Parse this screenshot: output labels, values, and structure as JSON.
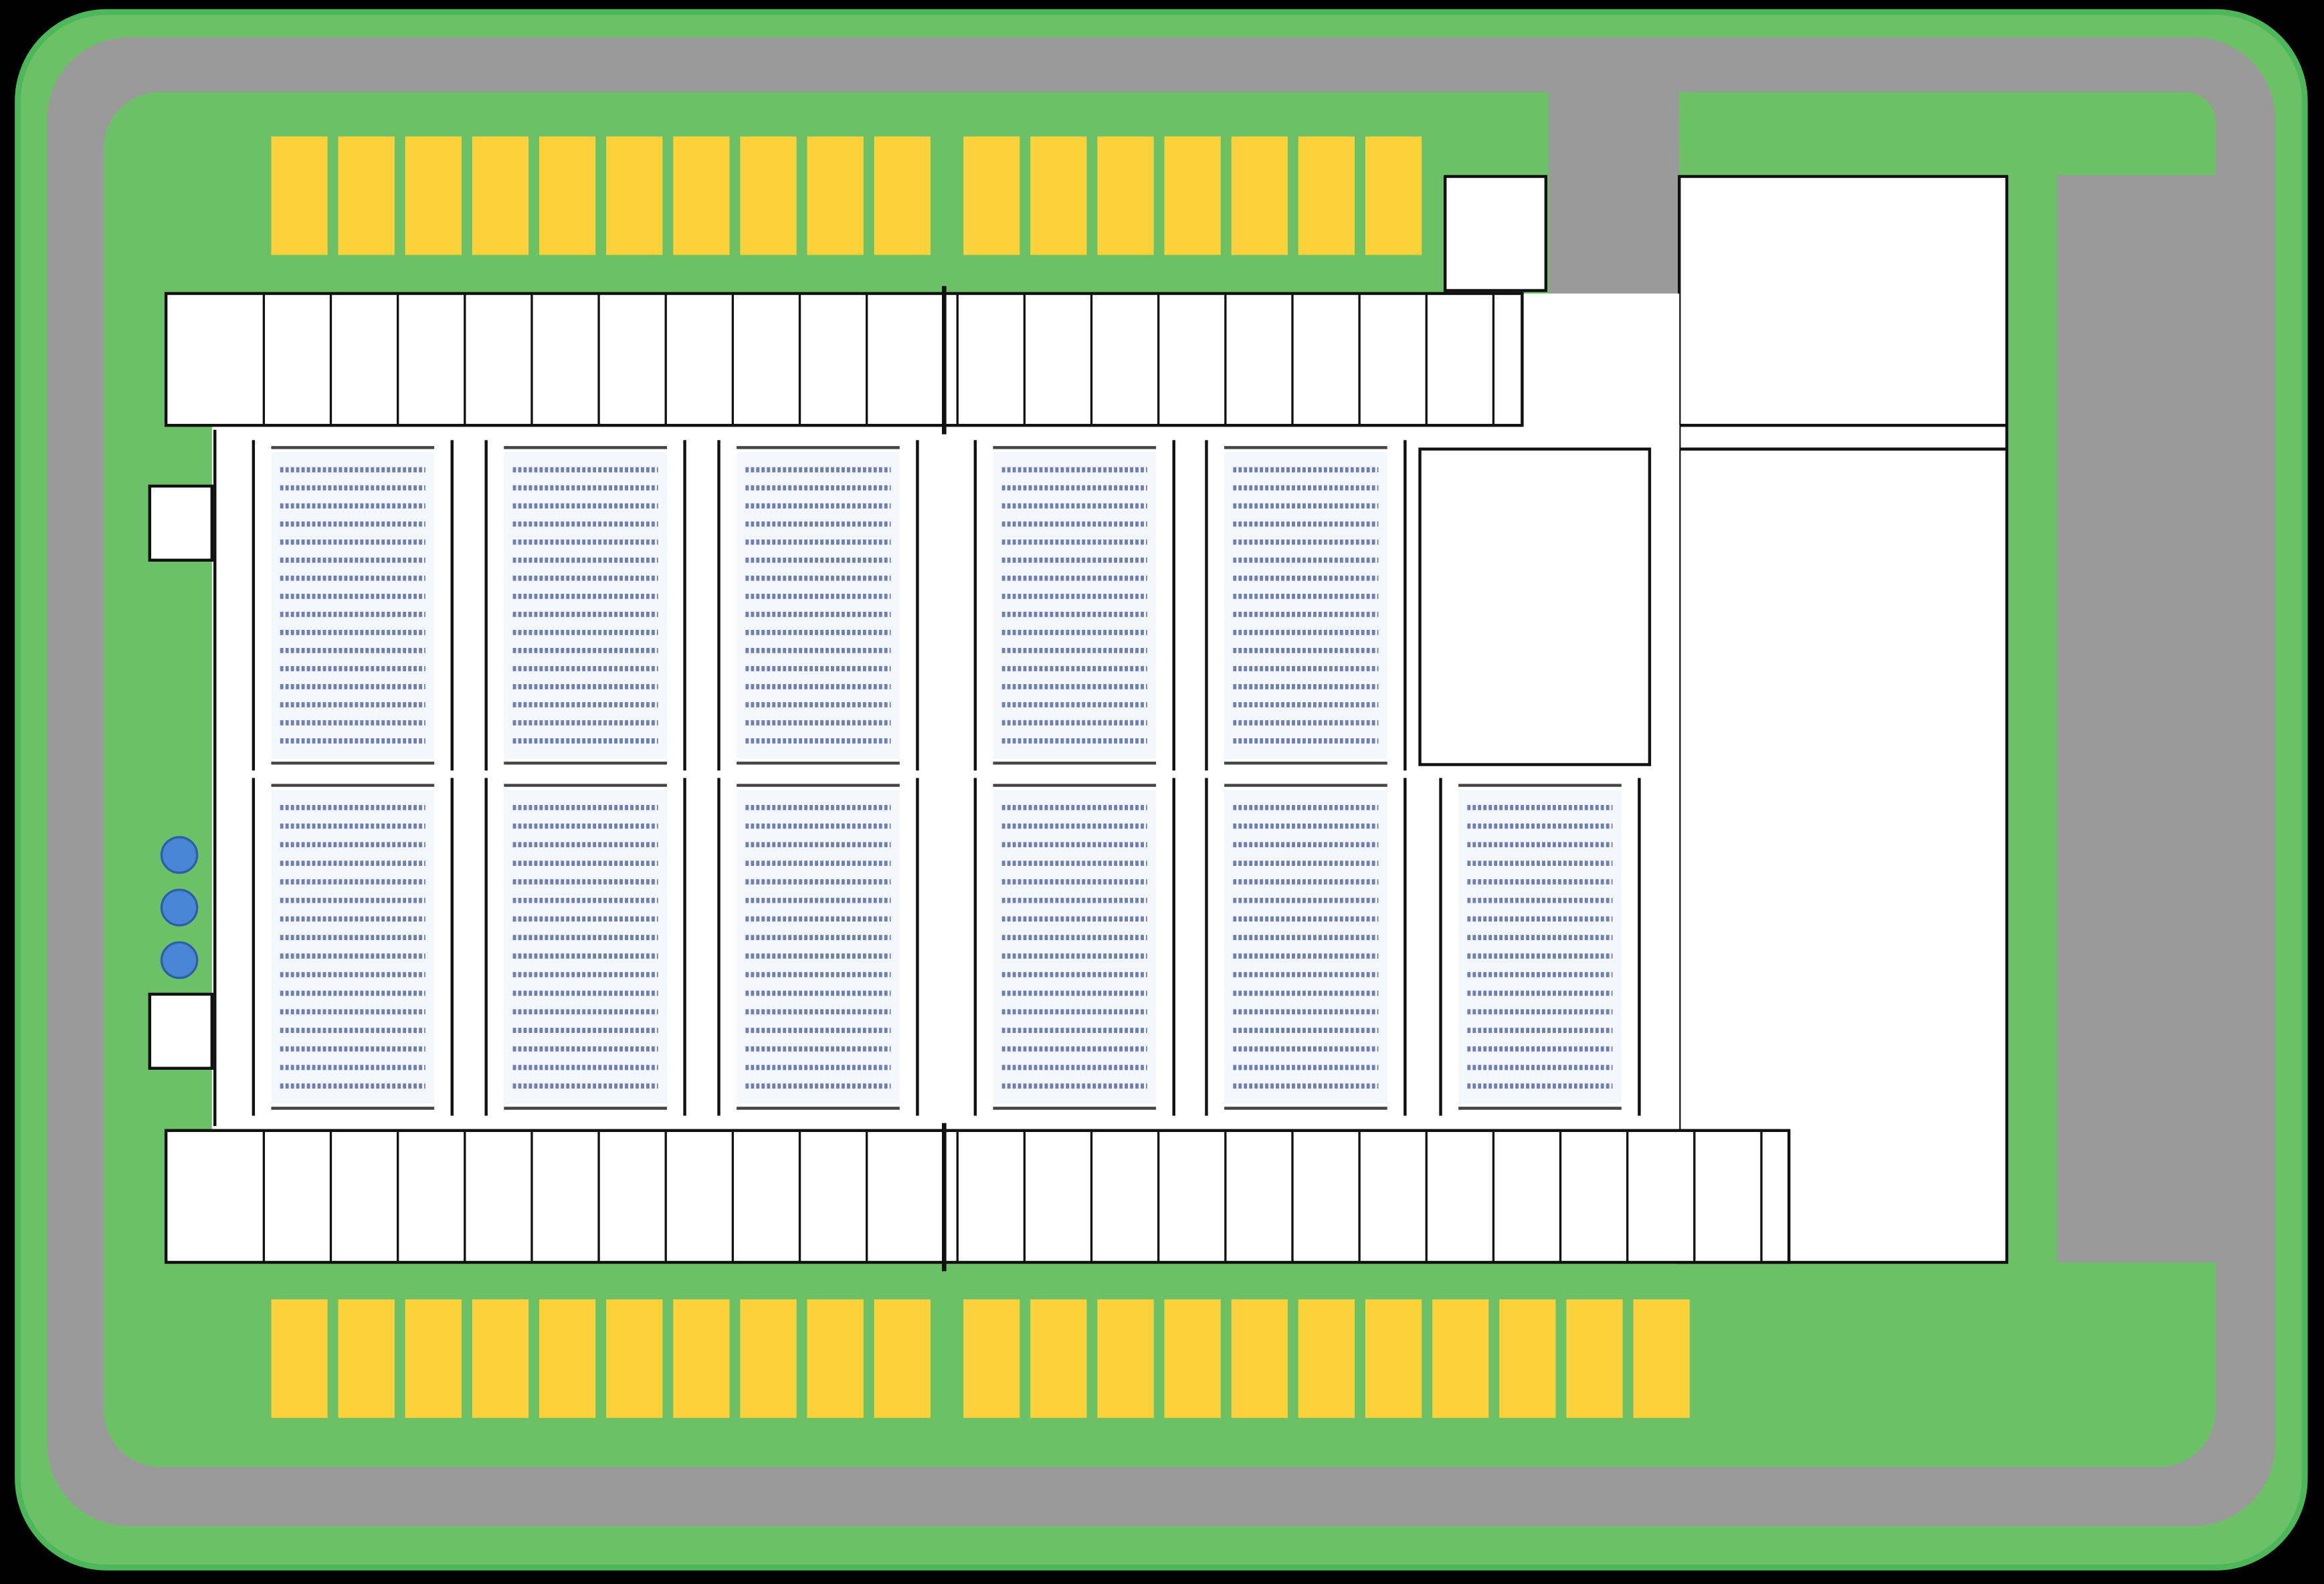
{
  "colors": {
    "background": "#000000",
    "grass": "#6cc167",
    "grass_edge": "#4db85a",
    "road": "#9a9a9a",
    "parking": "#fdd13a",
    "building": "#ffffff",
    "wall": "#111111",
    "rack": "#6f7fb3",
    "pod_fill": "#f4f8fd",
    "tank": "#4a86d8"
  },
  "parking": {
    "top_groups": [
      10,
      7
    ],
    "bottom_groups": [
      10,
      11
    ]
  },
  "tanks": 3,
  "server_pods": {
    "upper_row": 5,
    "lower_row": 6,
    "rack_rows_per_pod": 16
  }
}
